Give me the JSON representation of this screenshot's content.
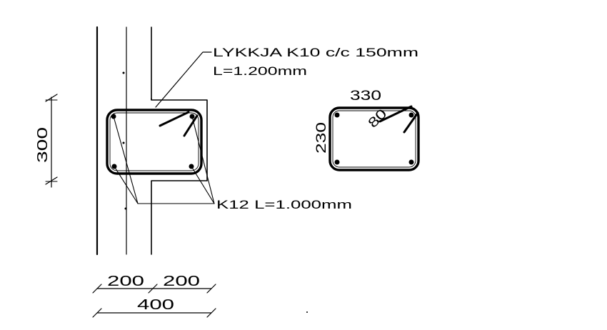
{
  "stirrup_label": {
    "line1": "LYKKJA K10 c/c 150mm",
    "line2": "L=1.200mm"
  },
  "bar_label": "K12 L=1.000mm",
  "dimensions": {
    "vertical_left": "300",
    "bottom_left": "200",
    "bottom_right": "200",
    "bottom_total": "400",
    "detail_width": "330",
    "detail_height": "230",
    "detail_hook": "80"
  },
  "colors": {
    "ink": "#000000",
    "background": "#ffffff"
  }
}
